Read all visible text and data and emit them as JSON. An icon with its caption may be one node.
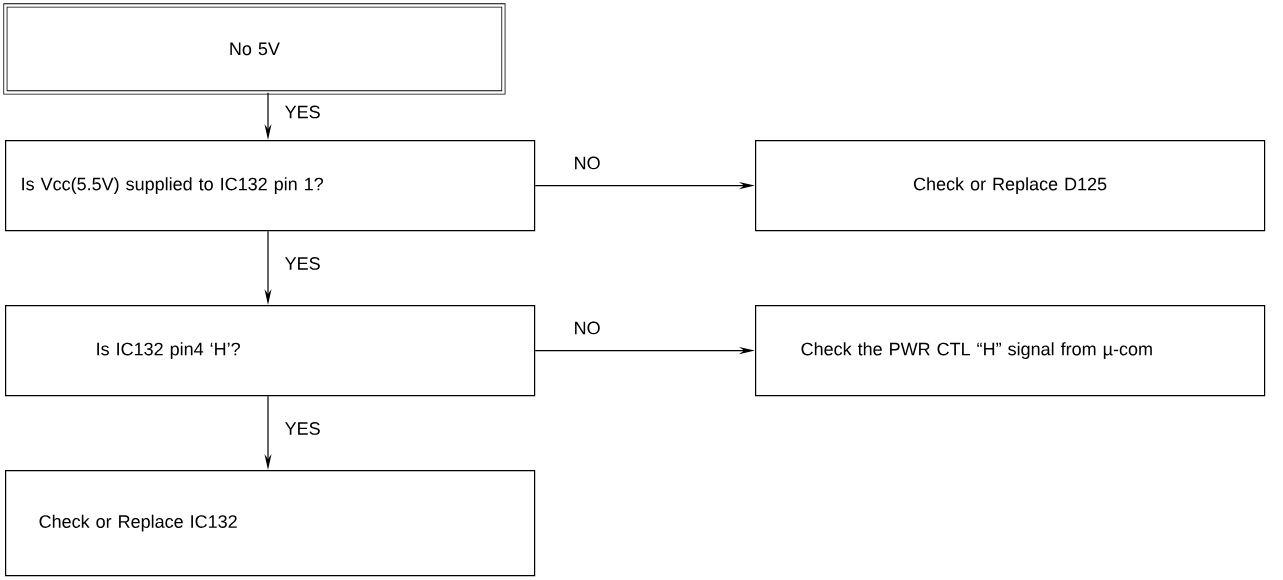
{
  "diagram": {
    "nodes": [
      {
        "text": [
          "No 5V"
        ]
      },
      {
        "text": [
          "Is Vcc(5.5V) supplied to IC132 pin 1?"
        ]
      },
      {
        "text": [
          "Check or Replace D125"
        ]
      },
      {
        "text": [
          "Is IC132 pin4 ‘H’?"
        ]
      },
      {
        "text": [
          "Check the PWR CTL “H” signal from µ-com"
        ]
      },
      {
        "text": [
          "Check or Replace IC132"
        ]
      }
    ],
    "edges": [
      {
        "from": 0,
        "to": 1,
        "arrow": "to",
        "label": "YES"
      },
      {
        "from": 1,
        "to": 2,
        "arrow": "to",
        "label": "NO"
      },
      {
        "from": 1,
        "to": 3,
        "arrow": "to",
        "label": "YES"
      },
      {
        "from": 3,
        "to": 4,
        "arrow": "to",
        "label": "NO"
      },
      {
        "from": 3,
        "to": 5,
        "arrow": "to",
        "label": "YES"
      }
    ]
  }
}
